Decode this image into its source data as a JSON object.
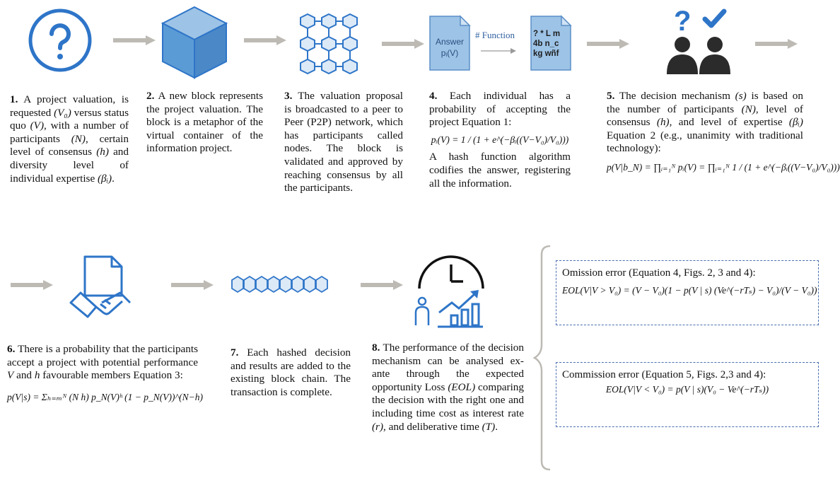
{
  "colors": {
    "icon_blue": "#2e75c8",
    "icon_light": "#6fa8dc",
    "arrow_grey": "#bdbab4",
    "dark_person": "#2b2b2b",
    "box_border": "#4a6fb0",
    "doc_fill": "#9dc3e6"
  },
  "icons": [
    "question-circle-icon",
    "cube-icon",
    "network-blocks-icon",
    "answer-document-icon",
    "hashed-document-icon",
    "question-check-people-icon",
    "handshake-contract-icon",
    "block-chain-icon",
    "clock-growth-person-icon"
  ],
  "step1": {
    "num": "1.",
    "text_a": "A project valuation, is requested ",
    "v0": "(V₀)",
    "text_b": " versus status quo ",
    "v": "(V)",
    "text_c": ", with a number of participants ",
    "n": "(N)",
    "text_d": ", certain level of consensus ",
    "h": "(h)",
    "text_e": " and diversity level of individual expertise ",
    "beta": "(βᵢ)",
    "text_f": "."
  },
  "step2": {
    "num": "2.",
    "text": "A new block represents the project valuation. The block is a metaphor of the virtual container of the information project."
  },
  "step3": {
    "num": "3.",
    "text": "The valuation proposal is broadcasted to a peer to Peer (P2P) network, which has participants called nodes. The block is validated and approved by reaching consensus by all the participants."
  },
  "step4": {
    "num": "4.",
    "text_a": "Each individual has a probability of accepting the project Equation 1:",
    "equation": "pᵢ(V) = 1 / (1 + e^(−βᵢ((V−V₀)/V₀)))",
    "text_b": "A hash function algorithm codifies the answer, registering all the information.",
    "doc_answer_line1": "Answer",
    "doc_answer_line2": "pᵢ(V)",
    "function_label": "# Function",
    "doc_hash_line1": "? * L m",
    "doc_hash_line2": "4b n_c",
    "doc_hash_line3": "kg wñf"
  },
  "step5": {
    "num": "5.",
    "text_a": "The decision mechanism ",
    "s": "(s)",
    "text_b": " is based on the number of participants ",
    "n": "(N)",
    "text_c": ", level of consensus ",
    "h": "(h)",
    "text_d": ", and level of expertise ",
    "beta": "(βᵢ)",
    "text_e": " Equation 2 (e.g., unanimity with traditional technology):",
    "equation": "p(V|b_N) = ∏ᵢ₌₁ᴺ pᵢ(V) = ∏ᵢ₌₁ᴺ 1 / (1 + e^(−βᵢ((V−V₀)/V₀)))"
  },
  "step6": {
    "num": "6.",
    "text_a": "There is a probability that the participants accept a project with potential performance ",
    "v": "V",
    "text_b": " and ",
    "h": "h",
    "text_c": " favourable members Equation 3:",
    "equation": "p(V|s) = Σₕ₌ₘᴺ (N h) p_N(V)ʰ (1 − p_N(V))^(N−h)"
  },
  "step7": {
    "num": "7.",
    "text": "Each hashed decision and results are added to the existing block chain. The transaction is complete."
  },
  "step8": {
    "num": "8.",
    "text_a": "The performance of the decision mechanism can be analysed ex-ante through the expected opportunity Loss ",
    "eol": "(EOL)",
    "text_b": " comparing the decision with the right one and including time cost as interest rate ",
    "r": "(r)",
    "text_c": ", and deliberative time ",
    "t": "(T)",
    "text_d": "."
  },
  "omission": {
    "title": "Omission error (Equation 4, Figs. 2, 3 and 4):",
    "equation": "EOL(V|V > V₀) = (V − V₀)(1 − p(V | s) (Ve^(−rTₛ) − V₀)/(V − V₀))"
  },
  "commission": {
    "title": "Commission error (Equation 5, Figs. 2,3 and 4):",
    "equation": "EOL(V|V < V₀) = p(V | s)(V₀ − Ve^(−rTₛ))"
  }
}
